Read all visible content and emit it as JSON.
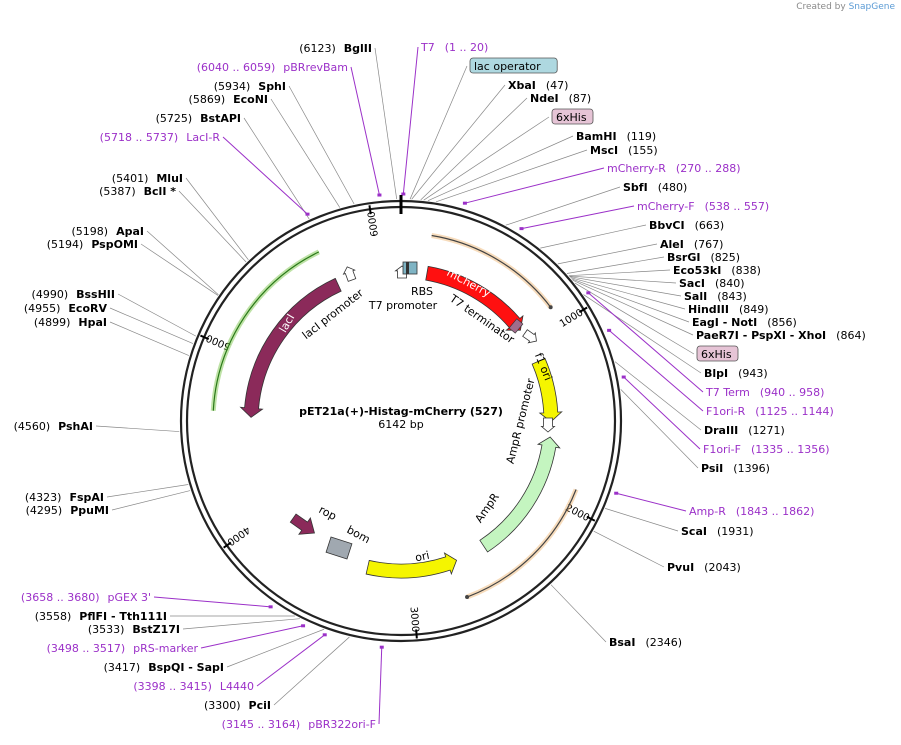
{
  "watermark": {
    "created_by": "Created by",
    "brand": "SnapGene"
  },
  "plasmid": {
    "name": "pET21a(+)-Histag-mCherry (527)",
    "length_label": "6142 bp",
    "total_bp": 6142
  },
  "ticks": [
    "1000",
    "2000",
    "3000",
    "4000",
    "5000",
    "6000"
  ],
  "features": [
    {
      "id": "mCherry",
      "label": "mCherry",
      "color": "#ff1010"
    },
    {
      "id": "lacI",
      "label": "lacI",
      "color": "#8b2a5a"
    },
    {
      "id": "lacI_promoter",
      "label": "lacI promoter",
      "color": "#ffffff"
    },
    {
      "id": "T7_promoter",
      "label": "T7 promoter",
      "color": "#ffffff"
    },
    {
      "id": "RBS",
      "label": "RBS",
      "color": "#ffffff"
    },
    {
      "id": "T7_terminator",
      "label": "T7 terminator",
      "color": "#ffffff"
    },
    {
      "id": "f1_ori",
      "label": "f1 ori",
      "color": "#f5f500"
    },
    {
      "id": "AmpR_promoter",
      "label": "AmpR promoter",
      "color": "#ffffff"
    },
    {
      "id": "AmpR",
      "label": "AmpR",
      "color": "#c4f5c0"
    },
    {
      "id": "ori",
      "label": "ori",
      "color": "#f5f500"
    },
    {
      "id": "rop",
      "label": "rop",
      "color": "#8b2a5a"
    },
    {
      "id": "bom",
      "label": "bom",
      "color": "#a0a8b0"
    }
  ],
  "annotations": [
    {
      "kind": "primer",
      "name": "T7",
      "range": "(1 .. 20)"
    },
    {
      "kind": "box",
      "name": "lac operator"
    },
    {
      "kind": "site",
      "name": "XbaI",
      "pos": "(47)"
    },
    {
      "kind": "site",
      "name": "NdeI",
      "pos": "(87)"
    },
    {
      "kind": "box",
      "name": "6xHis"
    },
    {
      "kind": "site",
      "name": "BamHI",
      "pos": "(119)"
    },
    {
      "kind": "site",
      "name": "MscI",
      "pos": "(155)"
    },
    {
      "kind": "primer",
      "name": "mCherry-R",
      "range": "(270 .. 288)"
    },
    {
      "kind": "site",
      "name": "SbfI",
      "pos": "(480)"
    },
    {
      "kind": "primer",
      "name": "mCherry-F",
      "range": "(538 .. 557)"
    },
    {
      "kind": "site",
      "name": "BbvCI",
      "pos": "(663)"
    },
    {
      "kind": "site",
      "name": "AleI",
      "pos": "(767)"
    },
    {
      "kind": "site",
      "name": "BsrGI",
      "pos": "(825)"
    },
    {
      "kind": "site",
      "name": "Eco53kI",
      "pos": "(838)"
    },
    {
      "kind": "site",
      "name": "SacI",
      "pos": "(840)"
    },
    {
      "kind": "site",
      "name": "SalI",
      "pos": "(843)"
    },
    {
      "kind": "site",
      "name": "HindIII",
      "pos": "(849)"
    },
    {
      "kind": "site",
      "name": "EagI  - NotI",
      "pos": "(856)"
    },
    {
      "kind": "site",
      "name": "PaeR7I  - PspXI  - XhoI",
      "pos": "(864)"
    },
    {
      "kind": "box",
      "name": "6xHis"
    },
    {
      "kind": "site",
      "name": "BlpI",
      "pos": "(943)"
    },
    {
      "kind": "primer",
      "name": "T7 Term",
      "range": "(940 .. 958)"
    },
    {
      "kind": "primer",
      "name": "F1ori-R",
      "range": "(1125 .. 1144)"
    },
    {
      "kind": "site",
      "name": "DraIII",
      "pos": "(1271)"
    },
    {
      "kind": "primer",
      "name": "F1ori-F",
      "range": "(1335 .. 1356)"
    },
    {
      "kind": "site",
      "name": "PsiI",
      "pos": "(1396)"
    },
    {
      "kind": "primer",
      "name": "Amp-R",
      "range": "(1843 .. 1862)"
    },
    {
      "kind": "site",
      "name": "ScaI",
      "pos": "(1931)"
    },
    {
      "kind": "site",
      "name": "PvuI",
      "pos": "(2043)"
    },
    {
      "kind": "site",
      "name": "BsaI",
      "pos": "(2346)"
    },
    {
      "kind": "site",
      "name": "BglII",
      "pos": "(6123)"
    },
    {
      "kind": "primer",
      "name": "pBRrevBam",
      "range": "(6040 .. 6059)"
    },
    {
      "kind": "site",
      "name": "SphI",
      "pos": "(5934)"
    },
    {
      "kind": "site",
      "name": "EcoNI",
      "pos": "(5869)"
    },
    {
      "kind": "site",
      "name": "BstAPI",
      "pos": "(5725)"
    },
    {
      "kind": "primer",
      "name": "LacI-R",
      "range": "(5718 .. 5737)"
    },
    {
      "kind": "site",
      "name": "MluI",
      "pos": "(5401)"
    },
    {
      "kind": "site",
      "name": "BclI *",
      "pos": "(5387)"
    },
    {
      "kind": "site",
      "name": "ApaI",
      "pos": "(5198)"
    },
    {
      "kind": "site",
      "name": "PspOMI",
      "pos": "(5194)"
    },
    {
      "kind": "site",
      "name": "BssHII",
      "pos": "(4990)"
    },
    {
      "kind": "site",
      "name": "EcoRV",
      "pos": "(4955)"
    },
    {
      "kind": "site",
      "name": "HpaI",
      "pos": "(4899)"
    },
    {
      "kind": "site",
      "name": "PshAI",
      "pos": "(4560)"
    },
    {
      "kind": "site",
      "name": "FspAI",
      "pos": "(4323)"
    },
    {
      "kind": "site",
      "name": "PpuMI",
      "pos": "(4295)"
    },
    {
      "kind": "primer",
      "name": "pGEX 3'",
      "range": "(3658 .. 3680)"
    },
    {
      "kind": "site",
      "name": "PflFI  - Tth111I",
      "pos": "(3558)"
    },
    {
      "kind": "site",
      "name": "BstZ17I",
      "pos": "(3533)"
    },
    {
      "kind": "primer",
      "name": "pRS-marker",
      "range": "(3498 .. 3517)"
    },
    {
      "kind": "site",
      "name": "BspQI  - SapI",
      "pos": "(3417)"
    },
    {
      "kind": "primer",
      "name": "L4440",
      "range": "(3398 .. 3415)"
    },
    {
      "kind": "site",
      "name": "PciI",
      "pos": "(3300)"
    },
    {
      "kind": "primer",
      "name": "pBR322ori-F",
      "range": "(3145 .. 3164)"
    }
  ]
}
